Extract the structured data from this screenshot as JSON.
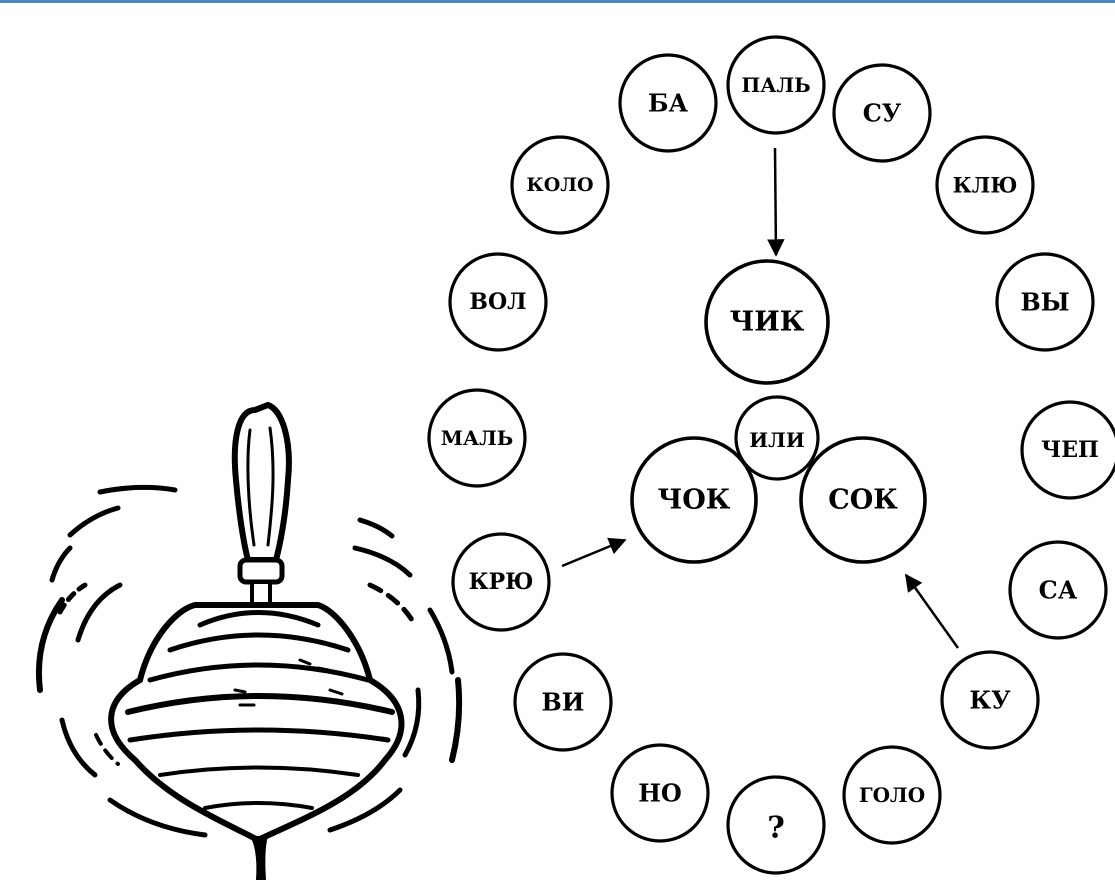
{
  "colors": {
    "accent_bar": "#4a86c5",
    "ink": "#000000",
    "paper": "#ffffff"
  },
  "illustration": {
    "icon": "spinning-top-icon"
  },
  "center": {
    "top": "ЧИК",
    "left": "ЧОК",
    "right": "СОК",
    "middle": "ИЛИ"
  },
  "ring": [
    "ПАЛЬ",
    "СУ",
    "КЛЮ",
    "ВЫ",
    "ЧЕП",
    "СА",
    "КУ",
    "ГОЛО",
    "?",
    "НО",
    "ВИ",
    "КРЮ",
    "МАЛЬ",
    "ВОЛ",
    "КОЛО",
    "БА"
  ]
}
